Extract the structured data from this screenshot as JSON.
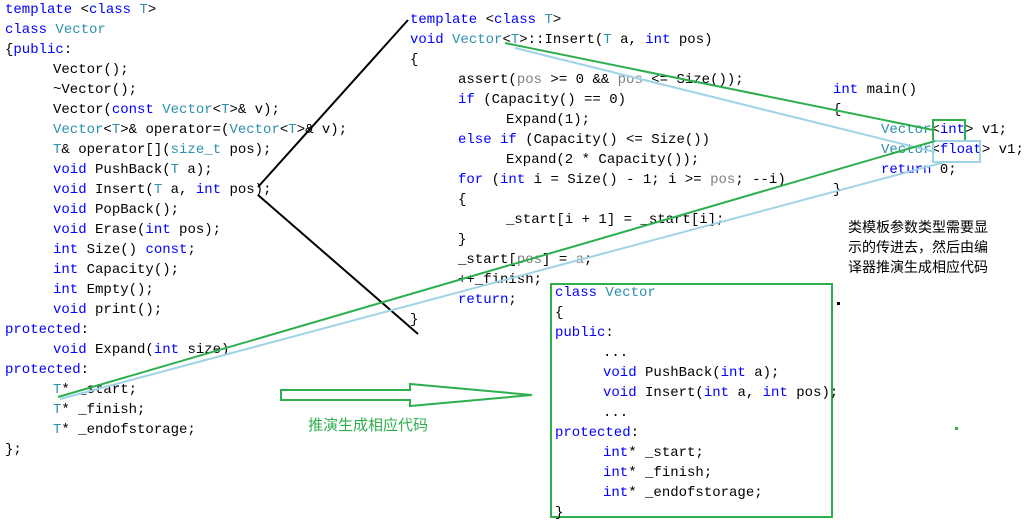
{
  "left_code": {
    "lines": [
      "template <class T>",
      "class Vector",
      "{public:",
      "    Vector();",
      "    ~Vector();",
      "    Vector(const Vector<T>& v);",
      "    Vector<T>& operator=(Vector<T>& v);",
      "    T& operator[](size_t pos);",
      "    void PushBack(T a);",
      "    void Insert(T a, int pos);",
      "    void PopBack();",
      "    void Erase(int pos);",
      "    int Size() const;",
      "    int Capacity();",
      "    int Empty();",
      "    void print();",
      "protected:",
      "    void Expand(int size)",
      "protected:",
      "    T* _start;",
      "    T* _finish;",
      "    T* _endofstorage;",
      "};"
    ]
  },
  "insert_code": {
    "lines": [
      "template <class T>",
      "void Vector<T>::Insert(T a, int pos)",
      "{",
      "    assert(pos >= 0 && pos <= Size());",
      "    if (Capacity() == 0)",
      "        Expand(1);",
      "    else if (Capacity() <= Size())",
      "        Expand(2 * Capacity());",
      "    for (int i = Size() - 1; i >= pos; --i)",
      "    {",
      "        _start[i + 1] = _start[i];",
      "    }",
      "    _start[pos] = a;",
      "    ++_finish;",
      "    return;",
      "}"
    ]
  },
  "main_code": {
    "lines": [
      "int main()",
      "{",
      "    Vector<int> v1;",
      "    Vector<float> v1;",
      "    return 0;",
      "}"
    ]
  },
  "generated_code": {
    "lines": [
      "class Vector",
      "{",
      "public:",
      "    ...",
      "    void PushBack(int a);",
      "    void Insert(int a, int pos);",
      "    ...",
      "protected:",
      "    int* _start;",
      "    int* _finish;",
      "    int* _endofstorage;",
      "}"
    ]
  },
  "notes": {
    "explanation": [
      "类模板参数类型需要显",
      "示的传进去，然后由编",
      "译器推演生成相应代码"
    ],
    "arrow_label": "推演生成相应代码"
  },
  "colors": {
    "keyword": "#0000ff",
    "type": "#2b91af",
    "param": "#808080",
    "green": "#2eaf4e",
    "lightblue": "#9fd4e6"
  }
}
